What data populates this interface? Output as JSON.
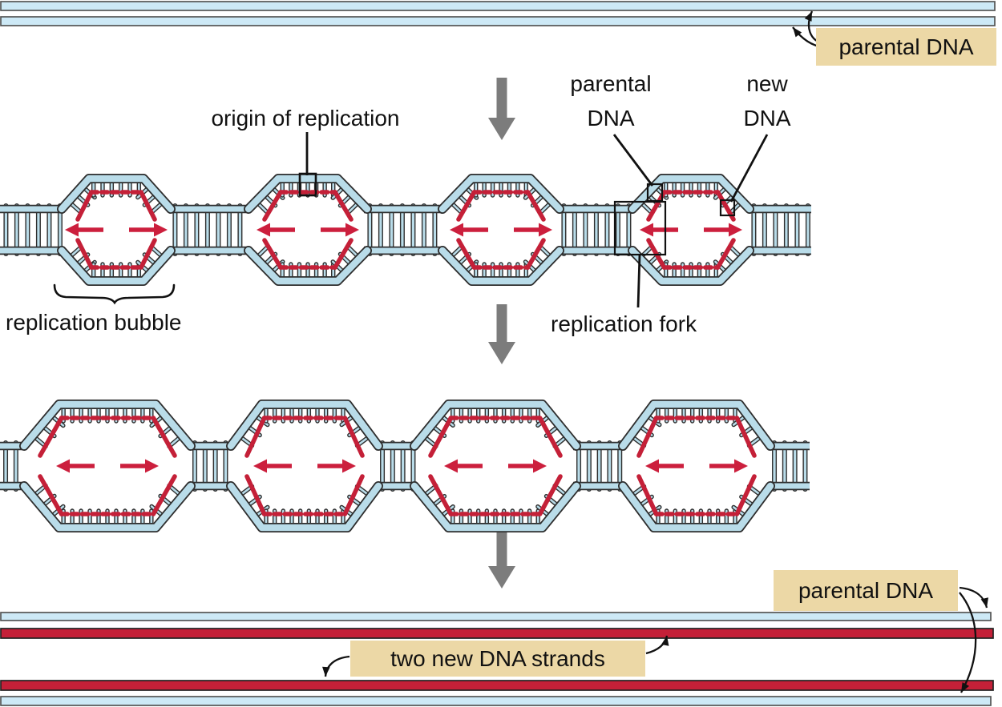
{
  "colors": {
    "background": "#ffffff",
    "strand_blue": "#cde9f6",
    "bubble_blue": "#b9dce9",
    "outline_dark": "#2e2e2e",
    "strip_outline": "#555555",
    "new_dna_red": "#c42038",
    "arrow_red": "#cc1f3d",
    "step_arrow_gray": "#7c7c7c",
    "label_bg_tan": "#ecd8a6",
    "text": "#111111"
  },
  "labels": {
    "parental_dna_top": "parental DNA",
    "origin_of_replication": "origin of replication",
    "parental_dna_mid": {
      "line1": "parental",
      "line2": "DNA"
    },
    "new_dna": {
      "line1": "new",
      "line2": "DNA"
    },
    "replication_bubble": "replication bubble",
    "replication_fork": "replication fork",
    "two_new_dna_strands": "two new DNA strands",
    "parental_dna_bottom": "parental DNA"
  },
  "figure": {
    "step_arrow_count": 3,
    "early_bubble_row_count": 4,
    "expanded_bubble_row_count": 4,
    "bottom_strand_order": [
      "parental (blue)",
      "new (red)",
      "new (red)",
      "parental (blue)"
    ]
  }
}
